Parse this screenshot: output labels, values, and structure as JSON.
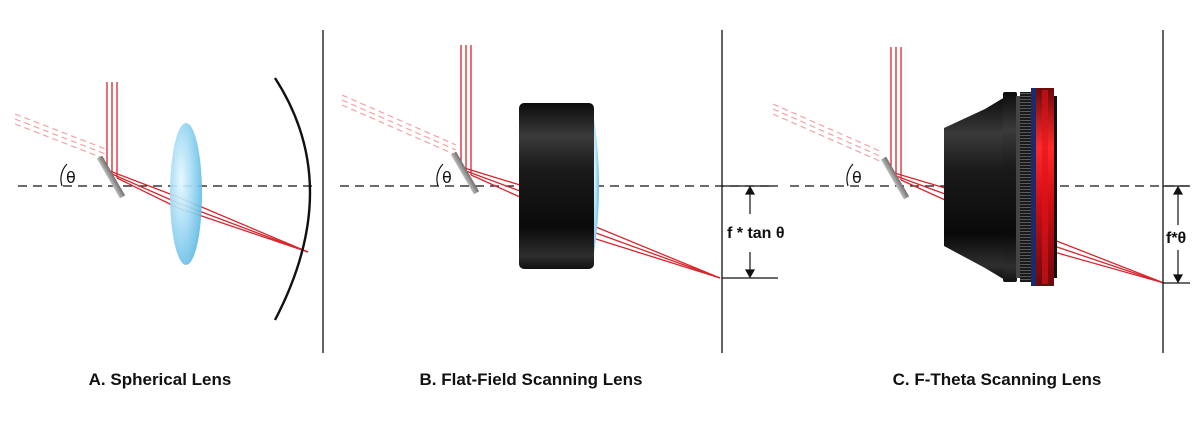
{
  "panels": [
    {
      "id": "A",
      "caption": "A. Spherical Lens",
      "angle_label": "θ",
      "measure_label": ""
    },
    {
      "id": "B",
      "caption": "B. Flat-Field Scanning Lens",
      "angle_label": "θ",
      "measure_label": "f * tan θ"
    },
    {
      "id": "C",
      "caption": "C. F-Theta Scanning Lens",
      "angle_label": "θ",
      "measure_label": "f*θ"
    }
  ],
  "colors": {
    "beam": "#d7262e",
    "beam_faded": "#f2a3a3",
    "lens_blue": "#8fd3f0",
    "lens_body": "#1b1b1b",
    "ftheta_ring": "#e0121b",
    "mirror": "#8a8a8a",
    "axis": "#111111"
  }
}
